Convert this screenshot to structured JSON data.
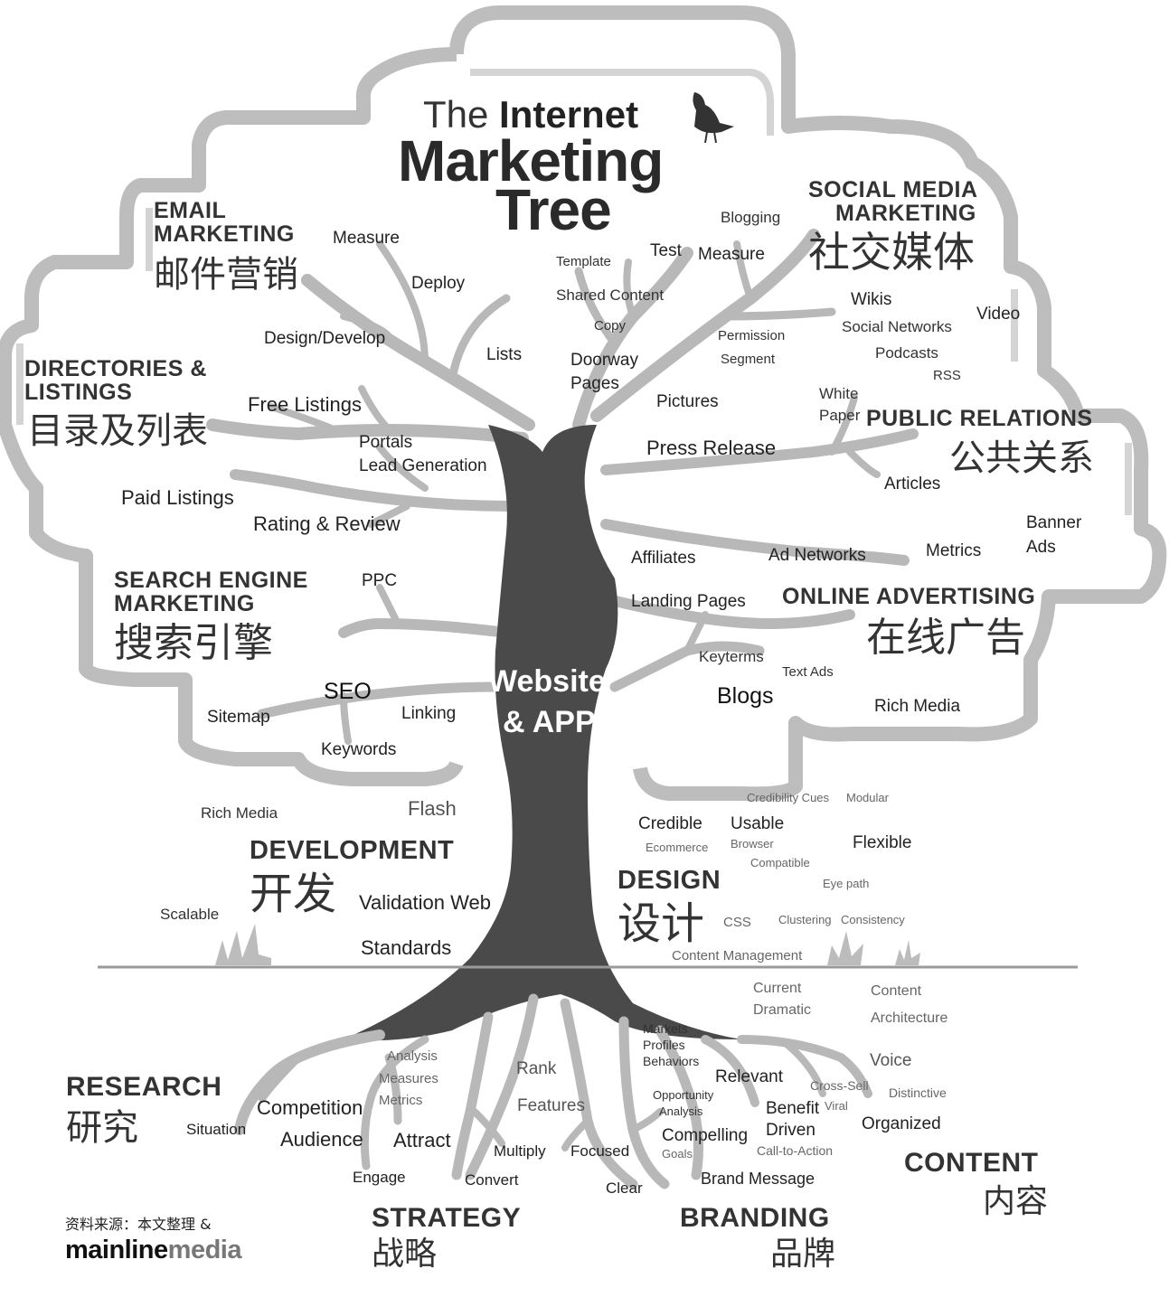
{
  "title": {
    "line1_the": "The",
    "line1_internet": "Internet",
    "line2": "Marketing",
    "line3": "Tree"
  },
  "trunk": {
    "line1": "Website",
    "line2": "& APP"
  },
  "email": {
    "heading1": "EMAIL",
    "heading2": "MARKETING",
    "cn": "邮件营销",
    "items": [
      "Measure",
      "Deploy",
      "Design/Develop",
      "Lists"
    ]
  },
  "social": {
    "heading1": "SOCIAL MEDIA",
    "heading2": "MARKETING",
    "cn": "社交媒体",
    "items": [
      "Blogging",
      "Test",
      "Measure",
      "Template",
      "Shared Content",
      "Copy",
      "Doorway",
      "Pages",
      "Permission",
      "Segment",
      "Wikis",
      "Video",
      "Social Networks",
      "Podcasts",
      "RSS",
      "Pictures"
    ]
  },
  "directories": {
    "heading1": "DIRECTORIES  &",
    "heading2": "LISTINGS",
    "cn": "目录及列表",
    "items": [
      "Free Listings",
      "Portals",
      "Lead Generation",
      "Paid Listings",
      "Rating & Review"
    ]
  },
  "pr": {
    "heading": "PUBLIC RELATIONS",
    "cn": "公共关系",
    "items": [
      "White",
      "Paper",
      "Press Release",
      "Articles"
    ]
  },
  "sem": {
    "heading1": "SEARCH ENGINE",
    "heading2": "MARKETING",
    "cn": "搜索引擎",
    "items": [
      "PPC",
      "SEO",
      "Sitemap",
      "Linking",
      "Keywords"
    ]
  },
  "online_ad": {
    "heading": "ONLINE ADVERTISING",
    "cn": "在线广告",
    "items": [
      "Banner",
      "Ads",
      "Metrics",
      "Ad Networks",
      "Affiliates",
      "Landing Pages",
      "Keyterms",
      "Text Ads",
      "Blogs",
      "Rich Media"
    ]
  },
  "development": {
    "heading": "DEVELOPMENT",
    "cn": "开发",
    "items": [
      "Rich Media",
      "Flash",
      "Scalable",
      "Validation Web",
      "Standards"
    ]
  },
  "design": {
    "heading": "DESIGN",
    "cn": "设计",
    "items": [
      "Credibility Cues",
      "Modular",
      "Credible",
      "Usable",
      "Flexible",
      "Ecommerce",
      "Browser",
      "Compatible",
      "Eye path",
      "CSS",
      "Clustering",
      "Consistency",
      "Content Management"
    ]
  },
  "research": {
    "heading": "RESEARCH",
    "cn": "研究",
    "items": [
      "Analysis",
      "Measures",
      "Metrics",
      "Competition",
      "Situation",
      "Audience"
    ]
  },
  "strategy": {
    "heading": "STRATEGY",
    "cn": "战略",
    "items": [
      "Rank",
      "Features",
      "Attract",
      "Multiply",
      "Focused",
      "Engage",
      "Convert",
      "Clear"
    ]
  },
  "branding": {
    "heading": "BRANDING",
    "cn": "品牌",
    "items": [
      "Markets",
      "Profiles",
      "Behaviors",
      "Relevant",
      "Opportunity",
      "Analysis",
      "Benefit",
      "Viral",
      "Driven",
      "Compelling",
      "Goals",
      "Call-to-Action",
      "Brand Message",
      "Cross-Sell"
    ]
  },
  "content": {
    "heading": "CONTENT",
    "cn": "内容",
    "items": [
      "Current",
      "Dramatic",
      "Content",
      "Architecture",
      "Voice",
      "Distinctive",
      "Organized"
    ]
  },
  "source": {
    "text": "资料来源：本文整理 &",
    "logo_a": "mainline",
    "logo_b": "media"
  },
  "colors": {
    "trunk": "#4a4a4a",
    "branch": "#b8b8b8",
    "canopy_outline": "#bdbdbd",
    "text": "#222222"
  }
}
